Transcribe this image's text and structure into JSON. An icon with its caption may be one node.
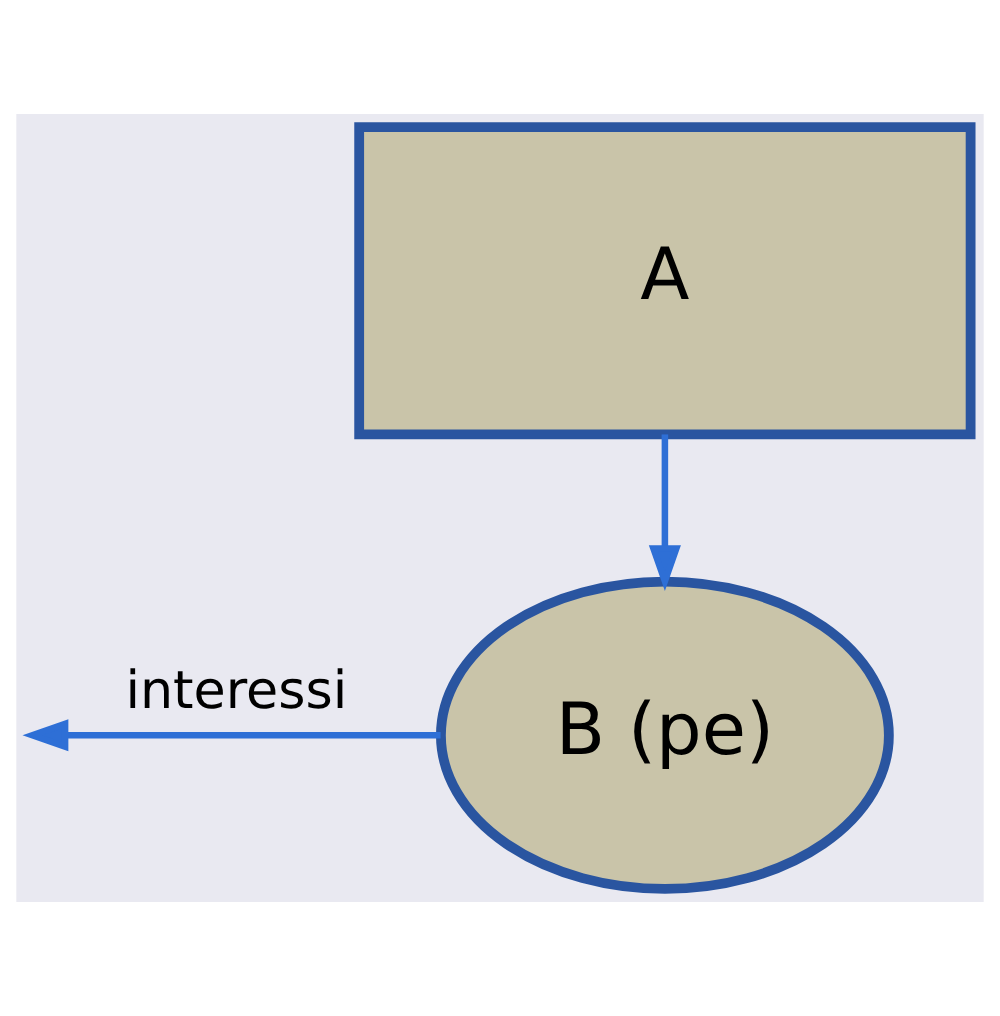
{
  "diagram": {
    "nodes": [
      {
        "text": [
          "A"
        ]
      },
      {
        "text": [
          "B (pe)"
        ]
      }
    ],
    "edges": [
      {
        "from": 0,
        "to": 1,
        "arrow": "to"
      },
      {
        "from": 1,
        "to": null,
        "arrow": "to",
        "label": "interessi"
      }
    ]
  }
}
